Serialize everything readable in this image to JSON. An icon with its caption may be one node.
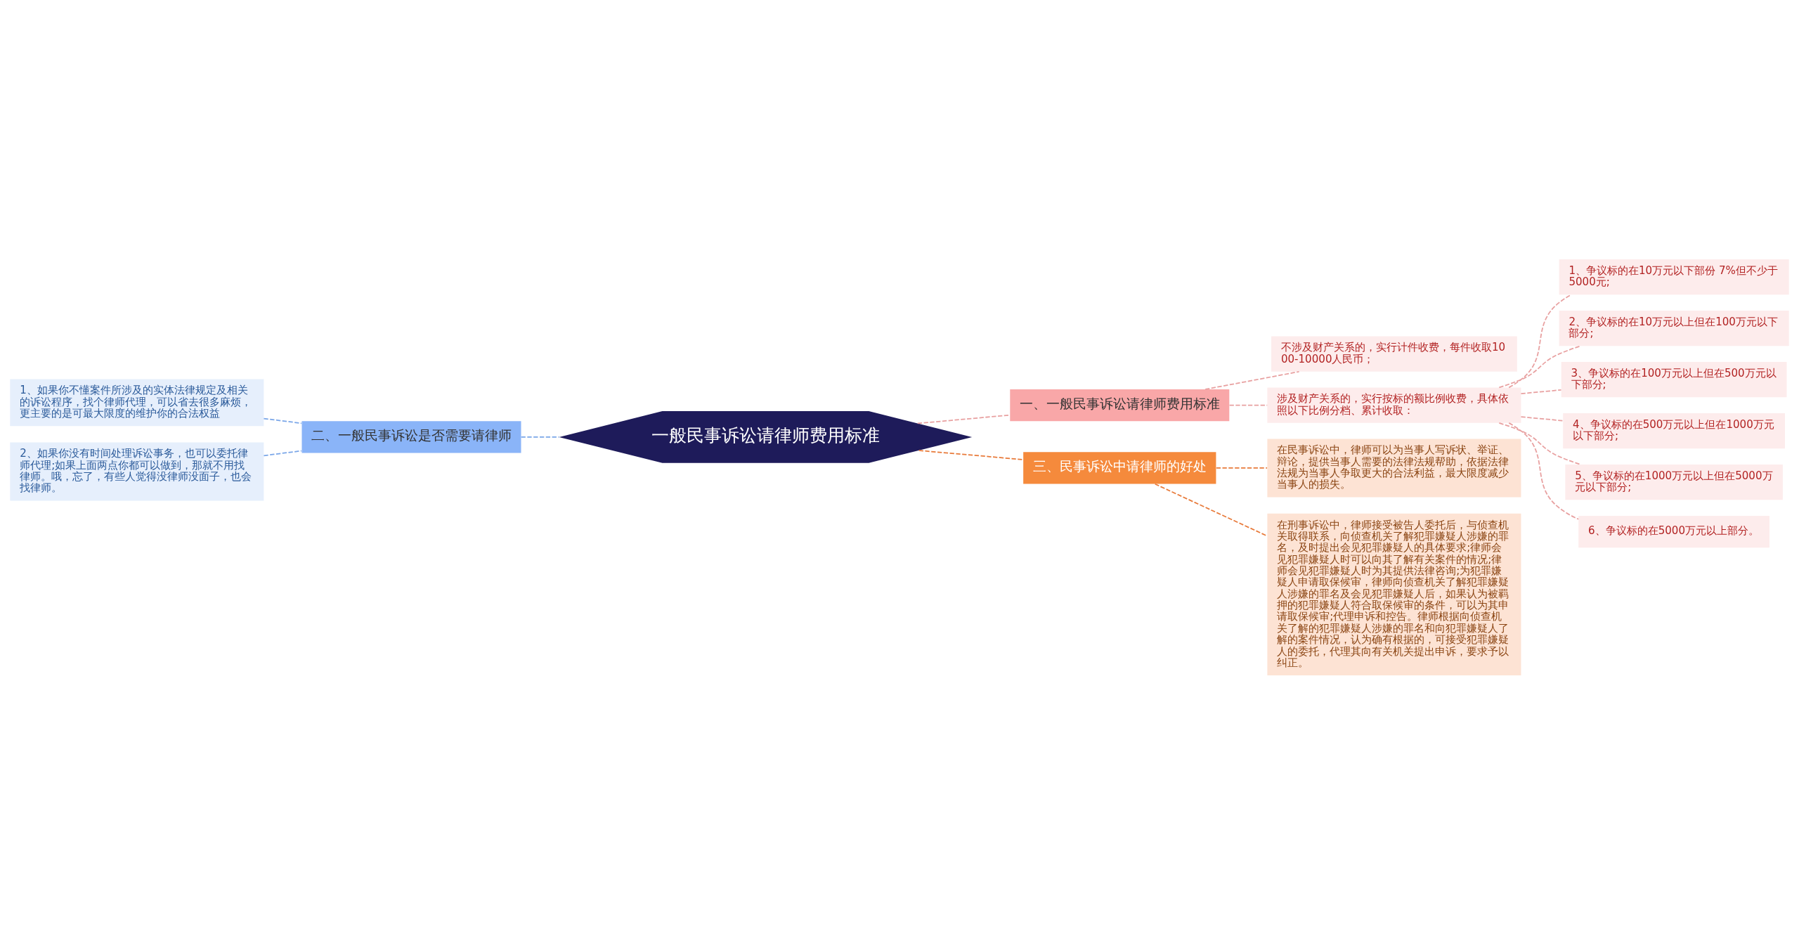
{
  "diagram": {
    "nodes": [
      {
        "text": [
          "一般民事诉讼请律师费用标准"
        ]
      },
      {
        "text": [
          "一、一般民事诉讼请律师费用标准"
        ]
      },
      {
        "text": [
          "不涉及财产关系的，实行计件收费，每件收取1000-10000人民币；"
        ]
      },
      {
        "text": [
          "涉及财产关系的，实行按标的额比例收费，具体依照以下比例分档、累计收取："
        ]
      },
      {
        "text": [
          "1、争议标的在10万元以下部份 7%但不少于5000元;"
        ]
      },
      {
        "text": [
          "2、争议标的在10万元以上但在100万元以下部分;"
        ]
      },
      {
        "text": [
          "3、争议标的在100万元以上但在500万元以下部分;"
        ]
      },
      {
        "text": [
          "4、争议标的在500万元以上但在1000万元以下部分;"
        ]
      },
      {
        "text": [
          "5、争议标的在1000万元以上但在5000万元以下部分;"
        ]
      },
      {
        "text": [
          "6、争议标的在5000万元以上部分。"
        ]
      },
      {
        "text": [
          "二、一般民事诉讼是否需要请律师"
        ]
      },
      {
        "text": [
          "1、如果你不懂案件所涉及的实体法律规定及相关的诉讼程序，找个律师代理，可以省去很多麻烦，更主要的是可最大限度的维护你的合法权益"
        ]
      },
      {
        "text": [
          "2、如果你没有时间处理诉讼事务，也可以委托律师代理;如果上面两点你都可以做到，那就不用找律师。哦，忘了，有些人觉得没律师没面子，也会找律师。"
        ]
      },
      {
        "text": [
          "三、民事诉讼中请律师的好处"
        ]
      },
      {
        "text": [
          "在民事诉讼中，律师可以为当事人写诉状、举证、辩论，提供当事人需要的法律法规帮助，依据法律法规为当事人争取更大的合法利益，最大限度减少当事人的损失。"
        ]
      },
      {
        "text": [
          "在刑事诉讼中，律师接受被告人委托后，与侦查机关取得联系，向侦查机关了解犯罪嫌疑人涉嫌的罪名，及时提出会见犯罪嫌疑人的具体要求;律师会见犯罪嫌疑人时可以向其了解有关案件的情况;律师会见犯罪嫌疑人时为其提供法律咨询;为犯罪嫌疑人申请取保候审，律师向侦查机关了解犯罪嫌疑人涉嫌的罪名及会见犯罪嫌疑人后，如果认为被羁押的犯罪嫌疑人符合取保候审的条件，可以为其申请取保候审;代理申诉和控告。律师根据向侦查机关了解的犯罪嫌疑人涉嫌的罪名和向犯罪嫌疑人了解的案件情况，认为确有根据的，可接受犯罪嫌疑人的委托，代理其向有关机关提出申诉，要求予以纠正。"
        ]
      }
    ],
    "edges": [
      {
        "from": 0,
        "to": 1,
        "arrow": "none",
        "style": "dashed",
        "color": "#e8a0a0"
      },
      {
        "from": 1,
        "to": 2,
        "arrow": "none",
        "style": "dashed",
        "color": "#e8a0a0"
      },
      {
        "from": 1,
        "to": 3,
        "arrow": "none",
        "style": "dashed",
        "color": "#e8a0a0"
      },
      {
        "from": 3,
        "to": 4,
        "arrow": "none",
        "style": "dashed",
        "color": "#e8a0a0"
      },
      {
        "from": 3,
        "to": 5,
        "arrow": "none",
        "style": "dashed",
        "color": "#e8a0a0"
      },
      {
        "from": 3,
        "to": 6,
        "arrow": "none",
        "style": "dashed",
        "color": "#e8a0a0"
      },
      {
        "from": 3,
        "to": 7,
        "arrow": "none",
        "style": "dashed",
        "color": "#e8a0a0"
      },
      {
        "from": 3,
        "to": 8,
        "arrow": "none",
        "style": "dashed",
        "color": "#e8a0a0"
      },
      {
        "from": 3,
        "to": 9,
        "arrow": "none",
        "style": "dashed",
        "color": "#e8a0a0"
      },
      {
        "from": 0,
        "to": 10,
        "arrow": "none",
        "style": "dashed",
        "color": "#7aa6e8"
      },
      {
        "from": 10,
        "to": 11,
        "arrow": "none",
        "style": "dashed",
        "color": "#7aa6e8"
      },
      {
        "from": 10,
        "to": 12,
        "arrow": "none",
        "style": "dashed",
        "color": "#7aa6e8"
      },
      {
        "from": 0,
        "to": 13,
        "arrow": "none",
        "style": "dashed",
        "color": "#e87a3a"
      },
      {
        "from": 13,
        "to": 14,
        "arrow": "none",
        "style": "dashed",
        "color": "#e87a3a"
      },
      {
        "from": 13,
        "to": 15,
        "arrow": "none",
        "style": "dashed",
        "color": "#e87a3a"
      }
    ]
  }
}
